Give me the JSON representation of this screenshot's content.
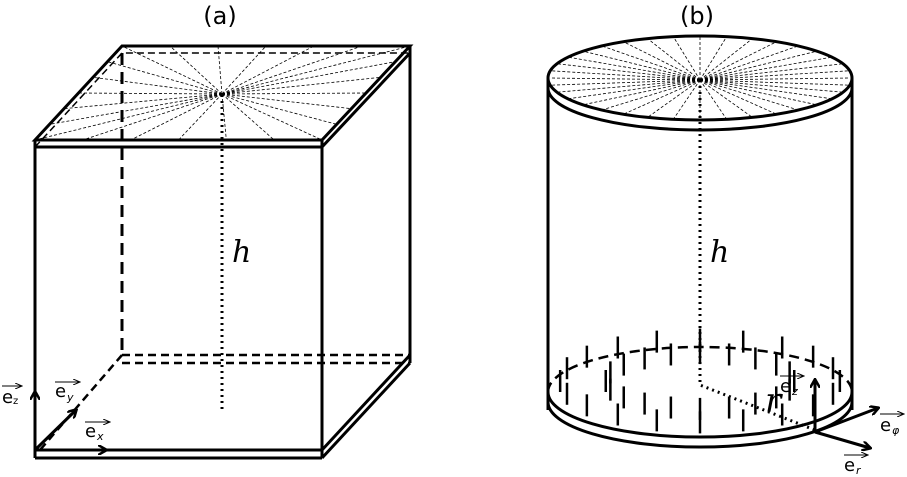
{
  "panels": [
    {
      "label": "(a)",
      "height_label": "h",
      "vectors": {
        "ez": "e",
        "ez_sub": "z",
        "ey": "e",
        "ey_sub": "y",
        "ex": "e",
        "ex_sub": "x"
      }
    },
    {
      "label": "(b)",
      "height_label": "h",
      "radius_label": "r",
      "vectors": {
        "ez": "e",
        "ez_sub": "z",
        "ephi": "e",
        "ephi_sub": "φ",
        "er": "e",
        "er_sub": "r"
      }
    }
  ],
  "colors": {
    "stroke": "#000000",
    "background": "#ffffff"
  }
}
